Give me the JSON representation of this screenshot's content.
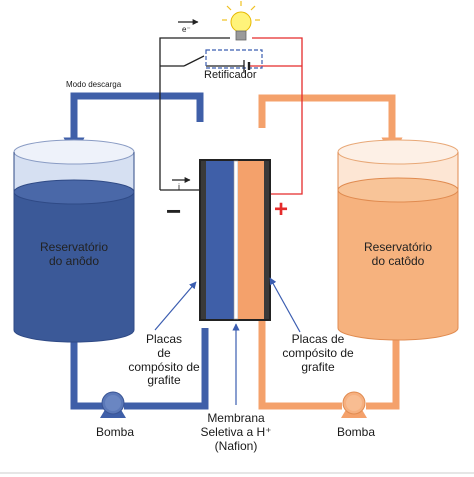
{
  "labels": {
    "mode": "Modo descarga",
    "electron": "e⁻",
    "current": "i",
    "rectifier": "Retificador",
    "anode_tank_line1": "Reservatório",
    "anode_tank_line2": "do anôdo",
    "cathode_tank_line1": "Reservatório",
    "cathode_tank_line2": "do catôdo",
    "plates_left_1": "Placas",
    "plates_left_2": "de",
    "plates_left_3": "compósito de",
    "plates_left_4": "grafite",
    "plates_right_1": "Placas de",
    "plates_right_2": "compósito de",
    "plates_right_3": "grafite",
    "membrane_1": "Membrana",
    "membrane_2": "Seletiva a H⁺",
    "membrane_3": "(Nafion)",
    "pump_left": "Bomba",
    "pump_right": "Bomba",
    "minus": "−",
    "plus": "+"
  },
  "colors": {
    "anode_blue": "#3f5fa8",
    "anode_liquid": "#3b5998",
    "cathode_orange": "#f4a16b",
    "cathode_liquid": "#f6b27e",
    "wire_red": "#e52b2b",
    "wire_black": "#222222",
    "rectifier_box": "#3b5db0"
  },
  "icons": [
    "lightbulb-icon",
    "battery-icon",
    "pump-icon",
    "switch-icon"
  ]
}
